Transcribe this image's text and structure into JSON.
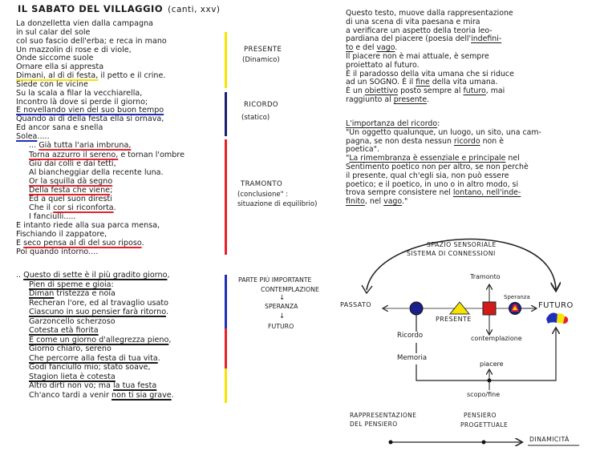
{
  "title": {
    "main": "IL SABATO DEL VILLAGGIO",
    "sub": "(canti, xxv)"
  },
  "colors": {
    "yellow": "#f5e400",
    "blue": "#1f2fb8",
    "darkblue": "#1a1f70",
    "red": "#e8202a",
    "ink": "#1a1a1a"
  },
  "poem": {
    "block1": [
      {
        "i": 0,
        "s": [
          [
            "La donzelletta vien dalla campagna",
            null
          ]
        ]
      },
      {
        "i": 0,
        "s": [
          [
            "in sul calar del sole",
            null
          ]
        ]
      },
      {
        "i": 0,
        "s": [
          [
            "col suo fascio dell'erba; e reca in mano",
            null
          ]
        ]
      },
      {
        "i": 0,
        "s": [
          [
            "Un mazzolin di rose e di viole,",
            null
          ]
        ]
      },
      {
        "i": 0,
        "s": [
          [
            "Onde siccome suole",
            null
          ]
        ]
      },
      {
        "i": 0,
        "s": [
          [
            "Ornare ella si appresta",
            null
          ]
        ]
      },
      {
        "i": 0,
        "s": [
          [
            "Dimani, al dì di festa,",
            "yellow"
          ],
          [
            " il petto e il crine.",
            null
          ]
        ]
      },
      {
        "i": 0,
        "s": [
          [
            "Siede con le vicine",
            null
          ]
        ]
      },
      {
        "i": 0,
        "s": [
          [
            "Su la scala a filar la vecchiarella,",
            null
          ]
        ]
      },
      {
        "i": 0,
        "s": [
          [
            "Incontro là dove si perde il giorno;",
            null
          ]
        ]
      },
      {
        "i": 0,
        "s": [
          [
            "E novellando vien del suo buon tempo",
            "blue"
          ]
        ]
      },
      {
        "i": 0,
        "s": [
          [
            "Quando ai dì della festa ella si ornava,",
            null
          ]
        ]
      },
      {
        "i": 0,
        "s": [
          [
            "Ed ancor sana e snella",
            null
          ]
        ]
      },
      {
        "i": 0,
        "s": [
          [
            "Solea",
            "blue"
          ],
          [
            ".....",
            null
          ]
        ]
      },
      {
        "i": 1,
        "s": [
          [
            "... ",
            null
          ],
          [
            "Già tutta l'aria imbruna,",
            "red"
          ]
        ]
      }
    ],
    "block2": [
      {
        "i": 1,
        "s": [
          [
            "Torna azzurro il sereno,",
            "red"
          ],
          [
            " e tornan l'ombre",
            null
          ]
        ]
      },
      {
        "i": 1,
        "s": [
          [
            "Giù dai colli e dai tetti,",
            null
          ]
        ]
      },
      {
        "i": 1,
        "s": [
          [
            "Al biancheggiar della recente luna.",
            null
          ]
        ]
      },
      {
        "i": 1,
        "s": [
          [
            "Or la squilla dà segno",
            "red"
          ]
        ]
      },
      {
        "i": 1,
        "s": [
          [
            "Della festa che viene",
            "red"
          ],
          [
            ";",
            null
          ]
        ]
      },
      {
        "i": 1,
        "s": [
          [
            "Ed a quel suon diresti",
            null
          ]
        ]
      },
      {
        "i": 1,
        "s": [
          [
            "Che il ",
            null
          ],
          [
            "cor si riconforta",
            "red"
          ],
          [
            ".",
            null
          ]
        ]
      },
      {
        "i": 1,
        "s": [
          [
            "I fanciulli.....",
            null
          ]
        ]
      },
      {
        "i": 0,
        "s": [
          [
            "E intanto riede alla sua parca mensa,",
            null
          ]
        ]
      },
      {
        "i": 0,
        "s": [
          [
            "Fischiando il zappatore,",
            null
          ]
        ]
      },
      {
        "i": 0,
        "s": [
          [
            "E ",
            null
          ],
          [
            "seco pensa al dì del suo riposo",
            "red"
          ],
          [
            ".",
            null
          ]
        ]
      },
      {
        "i": 0,
        "s": [
          [
            "Poi quando intorno....",
            null
          ]
        ]
      }
    ],
    "block3": [
      {
        "i": 0,
        "s": [
          [
            ".. ",
            null
          ],
          [
            "Questo di sette è il più gradito giorno",
            "ink"
          ],
          [
            ",",
            null
          ]
        ]
      },
      {
        "i": 1,
        "s": [
          [
            "Pien di speme e gioia",
            "ink"
          ],
          [
            ":",
            null
          ]
        ]
      },
      {
        "i": 1,
        "s": [
          [
            "Diman",
            "ink"
          ],
          [
            " tristezza e noia",
            null
          ]
        ]
      },
      {
        "i": 1,
        "s": [
          [
            "Recheran l'ore, ed al travaglio usato",
            null
          ]
        ]
      },
      {
        "i": 1,
        "s": [
          [
            "Ciascuno in suo pensier farà ritorno",
            "ink"
          ],
          [
            ".",
            null
          ]
        ]
      },
      {
        "i": 1,
        "s": [
          [
            "Garzoncello scherzoso",
            null
          ]
        ]
      },
      {
        "i": 1,
        "s": [
          [
            "Cotesta età fiorita",
            "ink"
          ]
        ]
      },
      {
        "i": 1,
        "s": [
          [
            "È come un giorno d'allegrezza pieno",
            "ink"
          ],
          [
            ",",
            null
          ]
        ]
      },
      {
        "i": 1,
        "s": [
          [
            "Giorno chiaro, sereno",
            null
          ]
        ]
      },
      {
        "i": 1,
        "s": [
          [
            "Che percorre alla festa di tua vita",
            "ink"
          ],
          [
            ".",
            null
          ]
        ]
      },
      {
        "i": 1,
        "s": [
          [
            "Godi fanciullo mio; stato soave,",
            null
          ]
        ]
      },
      {
        "i": 1,
        "s": [
          [
            "Stagion lieta è cotesta",
            "ink"
          ]
        ]
      },
      {
        "i": 1,
        "s": [
          [
            "Altro dirti non vo; ma ",
            null
          ],
          [
            "la tua festa",
            "ink"
          ]
        ]
      },
      {
        "i": 1,
        "s": [
          [
            "Ch'anco tardi a venir ",
            null
          ],
          [
            "non ti sia grave",
            "ink"
          ],
          [
            ".",
            null
          ]
        ]
      }
    ]
  },
  "margin_notes": {
    "presente": "PRESENTE",
    "presente_sub": "(Dinamico)",
    "ricordo": "RICORDO",
    "ricordo_sub": "(statico)",
    "tramonto": "TRAMONTO",
    "tramonto_sub1": "(conclusione\" :",
    "tramonto_sub2": "situazione di equilibrio)",
    "parte": "PARTE PIÙ IMPORTANTE",
    "contemplazione": "CONTEMPLAZIONE",
    "arrow1": "↓",
    "speranza": "SPERANZA",
    "arrow2": "↓",
    "futuro": "FUTURO"
  },
  "commentary": {
    "para1": [
      [
        [
          "Questo testo, muove dalla rappresentazione",
          0
        ]
      ],
      [
        [
          "di una scena di vita paesana e mira",
          0
        ]
      ],
      [
        [
          "a verificare un aspetto della teoria leo-",
          0
        ]
      ],
      [
        [
          "pardiana del piacere (poesia dell'",
          0
        ],
        [
          "indefini-",
          1
        ]
      ],
      [
        [
          "to",
          1
        ],
        [
          " e del ",
          0
        ],
        [
          "vago",
          1
        ],
        [
          ".",
          0
        ]
      ],
      [
        [
          "Il piacere non è mai attuale, è sempre",
          0
        ]
      ],
      [
        [
          "proiettato al futuro.",
          0
        ]
      ],
      [
        [
          "È il paradosso della vita umana che si riduce",
          0
        ]
      ],
      [
        [
          "ad un SOGNO. È il ",
          0
        ],
        [
          "fine",
          1
        ],
        [
          " della vita umana.",
          0
        ]
      ],
      [
        [
          "È un ",
          0
        ],
        [
          "obiettivo",
          1
        ],
        [
          " posto sempre al ",
          0
        ],
        [
          "futuro",
          1
        ],
        [
          ", mai",
          0
        ]
      ],
      [
        [
          "raggiunto al ",
          0
        ],
        [
          "presente",
          1
        ],
        [
          ".",
          0
        ]
      ]
    ],
    "para2": [
      [
        [
          "L'importanza del ricordo",
          1
        ],
        [
          ":",
          0
        ]
      ],
      [
        [
          "\"Un oggetto qualunque, un luogo, un sito, una cam-",
          0
        ]
      ],
      [
        [
          "pagna, se non desta nessun ",
          0
        ],
        [
          "ricordo",
          1
        ],
        [
          " non è",
          0
        ]
      ],
      [
        [
          "poetica\".",
          0
        ]
      ],
      [
        [
          "\"",
          0
        ],
        [
          "La rimembranza è essenziale e principale",
          1
        ],
        [
          " nel",
          0
        ]
      ],
      [
        [
          "Sentimento poetico non per altro, se non perchè",
          0
        ]
      ],
      [
        [
          "il presente, qual ch'egli sia, non può essere",
          0
        ]
      ],
      [
        [
          "poetico; e il poetico, in uno o in altro modo, si",
          0
        ]
      ],
      [
        [
          "trova sempre consistere nel ",
          0
        ],
        [
          "lontano, nell'inde-",
          1
        ]
      ],
      [
        [
          "finito",
          1
        ],
        [
          ", nel ",
          0
        ],
        [
          "vago",
          1
        ],
        [
          ".\"",
          0
        ]
      ]
    ]
  },
  "diagram": {
    "spazio": "SPAZIO SENSORIALE",
    "sistema": "SISTEMA DI CONNESSIONI",
    "passato": "PASSATO",
    "presente": "PRESENTE",
    "tramonto": "Tramonto",
    "speranza": "Speranza",
    "futuro": "FUTURO",
    "contemplazione": "contemplazione",
    "ricordo": "Ricordo",
    "memoria": "Memoria",
    "piacere": "piacere",
    "scopo": "scopo/fine",
    "rappresentazione1": "RAPPRESENTAZIONE",
    "rappresentazione2": "DEL PENSIERO",
    "pensiero1": "PENSIERO",
    "pensiero2": "PROGETTUALE",
    "dinamicita": "DINAMICITÀ"
  }
}
